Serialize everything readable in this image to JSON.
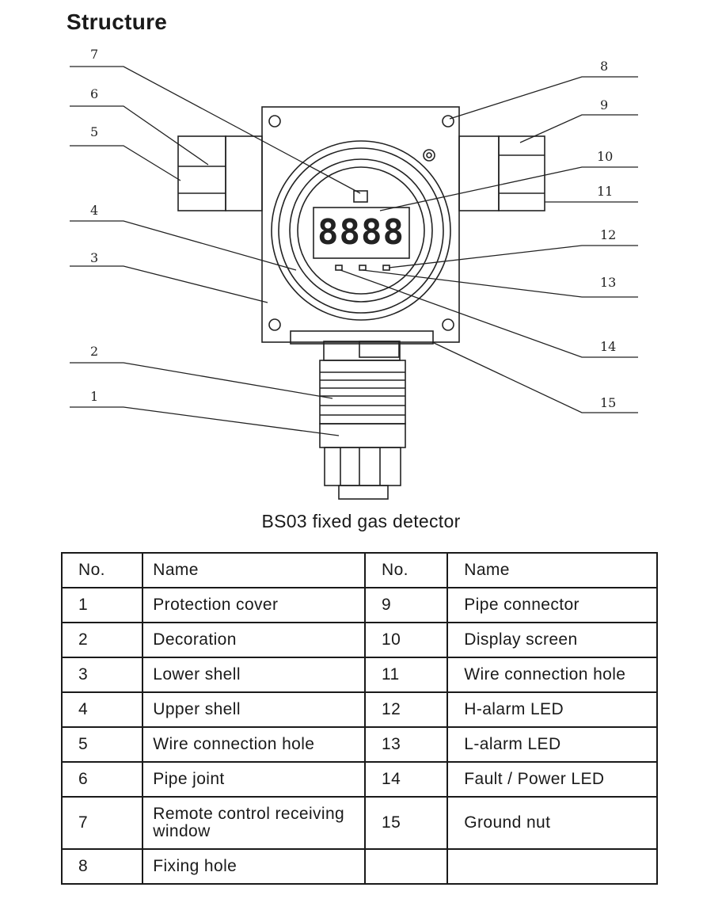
{
  "heading": "Structure",
  "callouts": [
    "1",
    "2",
    "3",
    "4",
    "5",
    "6",
    "7",
    "8",
    "9",
    "10",
    "11",
    "12",
    "13",
    "14",
    "15"
  ],
  "display_digits": "8888",
  "caption": "BS03 fixed gas detector",
  "table": {
    "headers": [
      "No.",
      "Name",
      "No.",
      "Name"
    ],
    "rows": [
      {
        "no": "1",
        "name": "Protection cover",
        "no2": "9",
        "name2": "Pipe connector"
      },
      {
        "no": "2",
        "name": "Decoration",
        "no2": "10",
        "name2": "Display screen"
      },
      {
        "no": "3",
        "name": "Lower shell",
        "no2": "11",
        "name2": "Wire connection hole"
      },
      {
        "no": "4",
        "name": "Upper shell",
        "no2": "12",
        "name2": "H-alarm LED"
      },
      {
        "no": "5",
        "name": "Wire connection hole",
        "no2": "13",
        "name2": "L-alarm LED"
      },
      {
        "no": "6",
        "name": "Pipe joint",
        "no2": "14",
        "name2": "Fault / Power LED"
      },
      {
        "no": "7",
        "name": "Remote control receiving window",
        "no2": "15",
        "name2": "Ground nut"
      },
      {
        "no": "8",
        "name": "Fixing hole",
        "no2": "",
        "name2": ""
      }
    ]
  }
}
